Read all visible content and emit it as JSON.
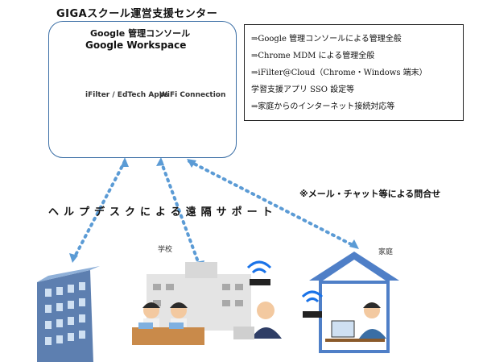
{
  "center": {
    "title": "GIGAスクール運営支援センター",
    "google_console": "Google 管理コンソール",
    "google_workspace": "Google Workspace",
    "filter_label": "iFilter / EdTech Apps",
    "wifi_label": "WiFi Connection"
  },
  "services": [
    "⇒Google 管理コンソールによる管理全般",
    "⇒Chrome MDM による管理全般",
    "⇒iFilter@Cloud（Chrome・Windows 端末）",
    "学習支援アプリ SSO 設定等",
    "⇒家庭からのインターネット接続対応等"
  ],
  "contact_note": "※メール・チャット等による問合せ",
  "helpdesk_label": "ヘルプデスクによる遠隔サポート",
  "locations": {
    "school": "学校",
    "home": "家庭"
  },
  "colors": {
    "box_border": "#3a6ea5",
    "arrow": "#5b9bd5",
    "house": "#4f7fc7",
    "building": "#5d7fb0"
  }
}
